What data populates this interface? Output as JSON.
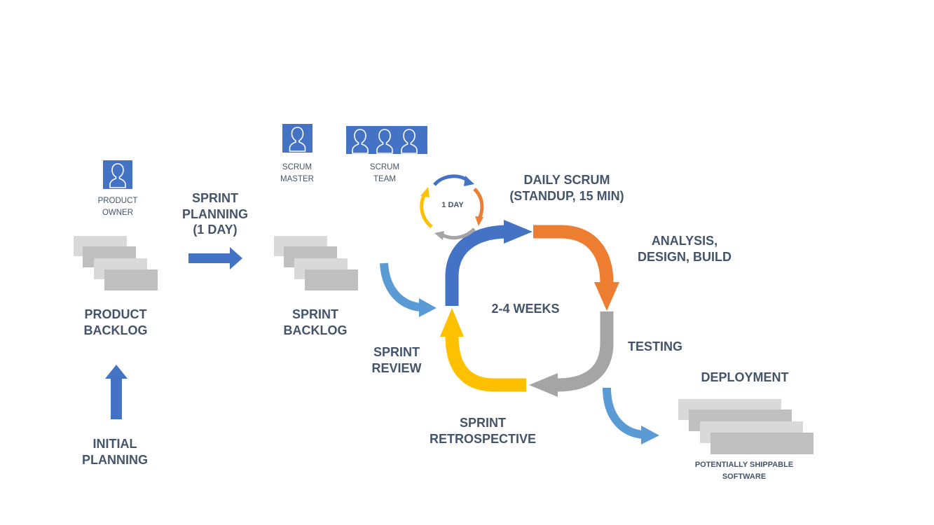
{
  "roles": {
    "product_owner": [
      "PRODUCT",
      "OWNER"
    ],
    "scrum_master": [
      "SCRUM",
      "MASTER"
    ],
    "scrum_team": [
      "SCRUM",
      "TEAM"
    ]
  },
  "labels": {
    "sprint_planning": [
      "SPRINT",
      "PLANNING",
      "(1 DAY)"
    ],
    "product_backlog": [
      "PRODUCT",
      "BACKLOG"
    ],
    "sprint_backlog": [
      "SPRINT",
      "BACKLOG"
    ],
    "initial_planning": [
      "INITIAL",
      "PLANNING"
    ],
    "daily_scrum": [
      "DAILY SCRUM",
      "(STANDUP, 15 MIN)"
    ],
    "one_day": "1 DAY",
    "analysis": [
      "ANALYSIS,",
      "DESIGN, BUILD"
    ],
    "cycle_length": "2-4 WEEKS",
    "testing": "TESTING",
    "sprint_review": [
      "SPRINT",
      "REVIEW"
    ],
    "sprint_retrospective": [
      "SPRINT",
      "RETROSPECTIVE"
    ],
    "deployment": "DEPLOYMENT",
    "potentially_shippable": [
      "POTENTIALLY SHIPPABLE",
      "SOFTWARE"
    ]
  },
  "icons": {
    "person": "person-icon",
    "team": "team-icon",
    "arrow": "arrow-icon"
  },
  "colors": {
    "text": "#44546a",
    "blue": "#4472c4",
    "light_blue": "#5b9bd5",
    "orange": "#ed7d31",
    "gray": "#a5a5a5",
    "yellow": "#ffc000",
    "stack_light": "#d9d9d9",
    "stack_dark": "#bfbfbf"
  }
}
